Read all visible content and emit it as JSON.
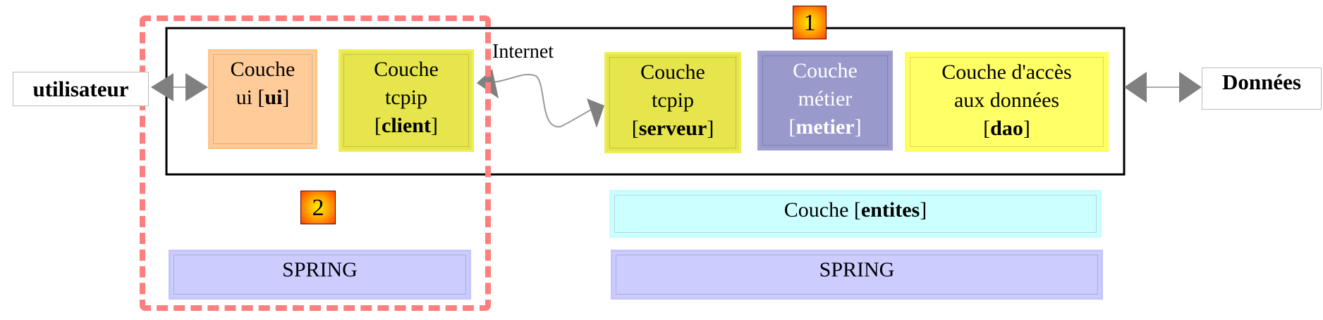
{
  "badges": {
    "one": "1",
    "two": "2"
  },
  "external": {
    "user": "utilisateur",
    "data": "Données"
  },
  "link_label": "Internet",
  "client_side": {
    "ui": {
      "line1": "Couche",
      "line2": "ui [",
      "bold": "ui",
      "end": "]"
    },
    "tcpip_client": {
      "line1": "Couche",
      "line2": "tcpip",
      "open": "[",
      "bold": "client",
      "end": "]"
    }
  },
  "server_side": {
    "tcpip_server": {
      "line1": "Couche",
      "line2": "tcpip",
      "open": "[",
      "bold": "serveur",
      "end": "]"
    },
    "metier": {
      "line1": "Couche",
      "line2": "métier",
      "open": "[",
      "bold": "metier",
      "end": "]"
    },
    "dao": {
      "line1": "Couche d'accès",
      "line2": "aux données",
      "open": "[",
      "bold": "dao",
      "end": "]"
    }
  },
  "entities": {
    "prefix": "Couche [",
    "bold": "entites",
    "end": "]"
  },
  "spring": {
    "left": "SPRING",
    "right": "SPRING"
  },
  "colors": {
    "ui": "#ffcc99",
    "tcpip": "#e6e64c",
    "metier": "#9999cc",
    "dao": "#ffff66",
    "entites": "#ccffff",
    "spring": "#ccccff",
    "dotted": "#ff7f7f"
  }
}
